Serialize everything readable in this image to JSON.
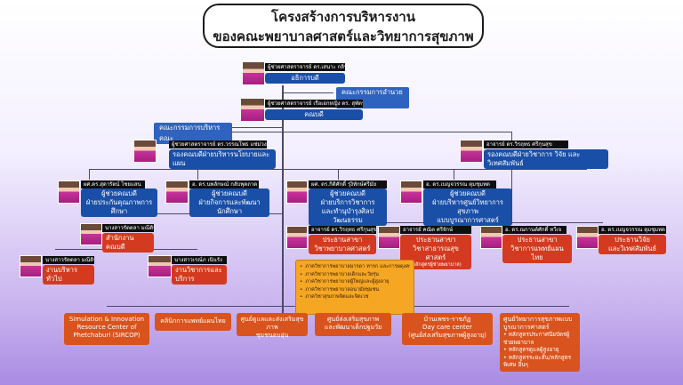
{
  "title": {
    "line1": "โครงสร้างการบริหารงาน",
    "line2": "ของคณะพยาบาลศาสตร์และวิทยาการสุขภาพ"
  },
  "dean_office": {
    "name": "ผู้ช่วยศาสตราจารย์ ดร.เสนาะ กลิ่นงาม",
    "role": "อธิการบดี"
  },
  "committee_promotion": "คณะกรรมการอำนวยการ",
  "dean": {
    "name": "ผู้ช่วยศาสตราจารย์ เรือเอกหญิง ดร. สุพัตรา บุตรดีสุ",
    "role": "คณบดี"
  },
  "committee_admin": "คณะกรรมการบริหารคณะ",
  "vice_admin": {
    "name": "ผู้ช่วยศาสตราจารย์ ดร.วรรณโพธ แซ่ม่วง",
    "role": "รองคณบดีฝ่ายบริหารนโยบายและแผน"
  },
  "vice_academic": {
    "name": "อาจารย์ ดร.วิรฤทธ ศรีกุนสุข",
    "role": "รองคณบดีฝ่ายวิชาการ วิจัย และวิเทศสัมพันธ์"
  },
  "asst_quality": {
    "name": "ผศ.ดร.สุดารัตน์ ไชยแสน",
    "role_line1": "ผู้ช่วยคณบดี",
    "role_line2": "ฝ่ายประกันคุณภาพการศึกษา"
  },
  "asst_student": {
    "name": "อ. ดร.นพลักษณ์ กลับพุดถาด",
    "role_line1": "ผู้ช่วยคณบดี",
    "role_line2": "ฝ่ายกิจการและพัฒนานักศึกษา"
  },
  "asst_academic": {
    "name": "ผศ. ดร.กิติศักดิ์ รุ่งิทักษ์ศรีมัย",
    "role_line1": "ผู้ช่วยคณบดี",
    "role_line2": "ฝ่ายบริการวิชาการ",
    "role_line3": "และทำนุบำรุงศิลปวัฒนธรรม"
  },
  "asst_integrated": {
    "name": "อ. ดร.เบญจวรรณ ตุมชุมทด",
    "role_line1": "ผู้ช่วยคณบดี",
    "role_line2": "ฝ่ายบริหารศูนย์วิทยาการสุขภาพ",
    "role_line3": "แบบบูรณาการศาสตร์"
  },
  "secretary": {
    "name": "นางสาวรัตตลา มณีดิน",
    "role": "สำนักงานคณบดี"
  },
  "general_admin": {
    "name": "นางสาวรัตตลา มณีดิน",
    "role": "งานบริหารทั่วไป"
  },
  "academic_service": {
    "name": "นางสาวเรณ์ภ เนินรัง",
    "role": "งานวิชาการและบริการ"
  },
  "head_nursing": {
    "name": "อาจารย์ ดร.วิรฤทธ ศรีกุนสุข",
    "role_line1": "ประธานสาขา",
    "role_line2": "วิชาพยาบาลศาสตร์"
  },
  "head_health": {
    "name": "อาจารย์ คณิต ศรีจักษ์",
    "role_line1": "ประธานสาขา",
    "role_line2": "วิชาสาธารณสุขศาสตร์",
    "role_line3": "(หลักสูตรผู้ช่วยพยาบาล)"
  },
  "head_thai_med": {
    "name": "อ. ดร.ณกานต์ศักดิ์ ทวีเจ",
    "role_line1": "ประธานสาขา",
    "role_line2": "วิชาการแพทย์แผนไทย"
  },
  "head_research": {
    "name": "อ. ดร.เบญจวรรณ ตุมชุมทด",
    "role_line1": "ประธานวิจัย",
    "role_line2": "และวิเทศสัมพันธ์"
  },
  "departments": [
    "ภาควิชาการพยาบาลมารดา ทารก และการผดุงครรภ์",
    "ภาควิชาการพยาบาลเด็กและวัยรุ่น",
    "ภาควิชาการพยาบาลผู้ใหญ่และผู้สูงอายุ",
    "ภาควิชาการพยาบาลอนามัยชุมชน",
    "ภาควิชาสุขภาพจิตและจิตเวช"
  ],
  "units": {
    "sircop": [
      "Simulation & Innovation",
      "Resource Center of",
      "Phetchaburi (SIRCOP)"
    ],
    "clinic": [
      "คลินิกการแพทย์แผนไทย"
    ],
    "youth": [
      "ศูนย์ดูแลและส่งเสริมสุขภาพ",
      "ชุมชนอบอุ่น"
    ],
    "child": [
      "ศูนย์ส่งเสริมสุขภาพ",
      "และพัฒนาเด็กปฐมวัย"
    ],
    "daycare": [
      "บ้านเพชร-ราชภัฏ",
      "Day care center",
      "(ศูนย์ส่งเสริมสุขภาพผู้สูงอายุ)"
    ],
    "health_center_title": [
      "ศูนย์วิทยาการสุขภาพแบบ",
      "บูรณาการศาสตร์"
    ],
    "health_center_items": [
      "หลักสูตรประกาศนียบัตรผู้ช่วยพยาบาล",
      "หลักสูตรดูแลผู้สูงอายุ",
      "หลักสูตรระยะสั้น/หลักสูตรพิเศษ อื่นๆ"
    ]
  },
  "colors": {
    "role_blue": "#1a4fa8",
    "role_red": "#d43a1f",
    "unit_orange": "#d9531e",
    "dept_yellow": "#f5a623"
  }
}
